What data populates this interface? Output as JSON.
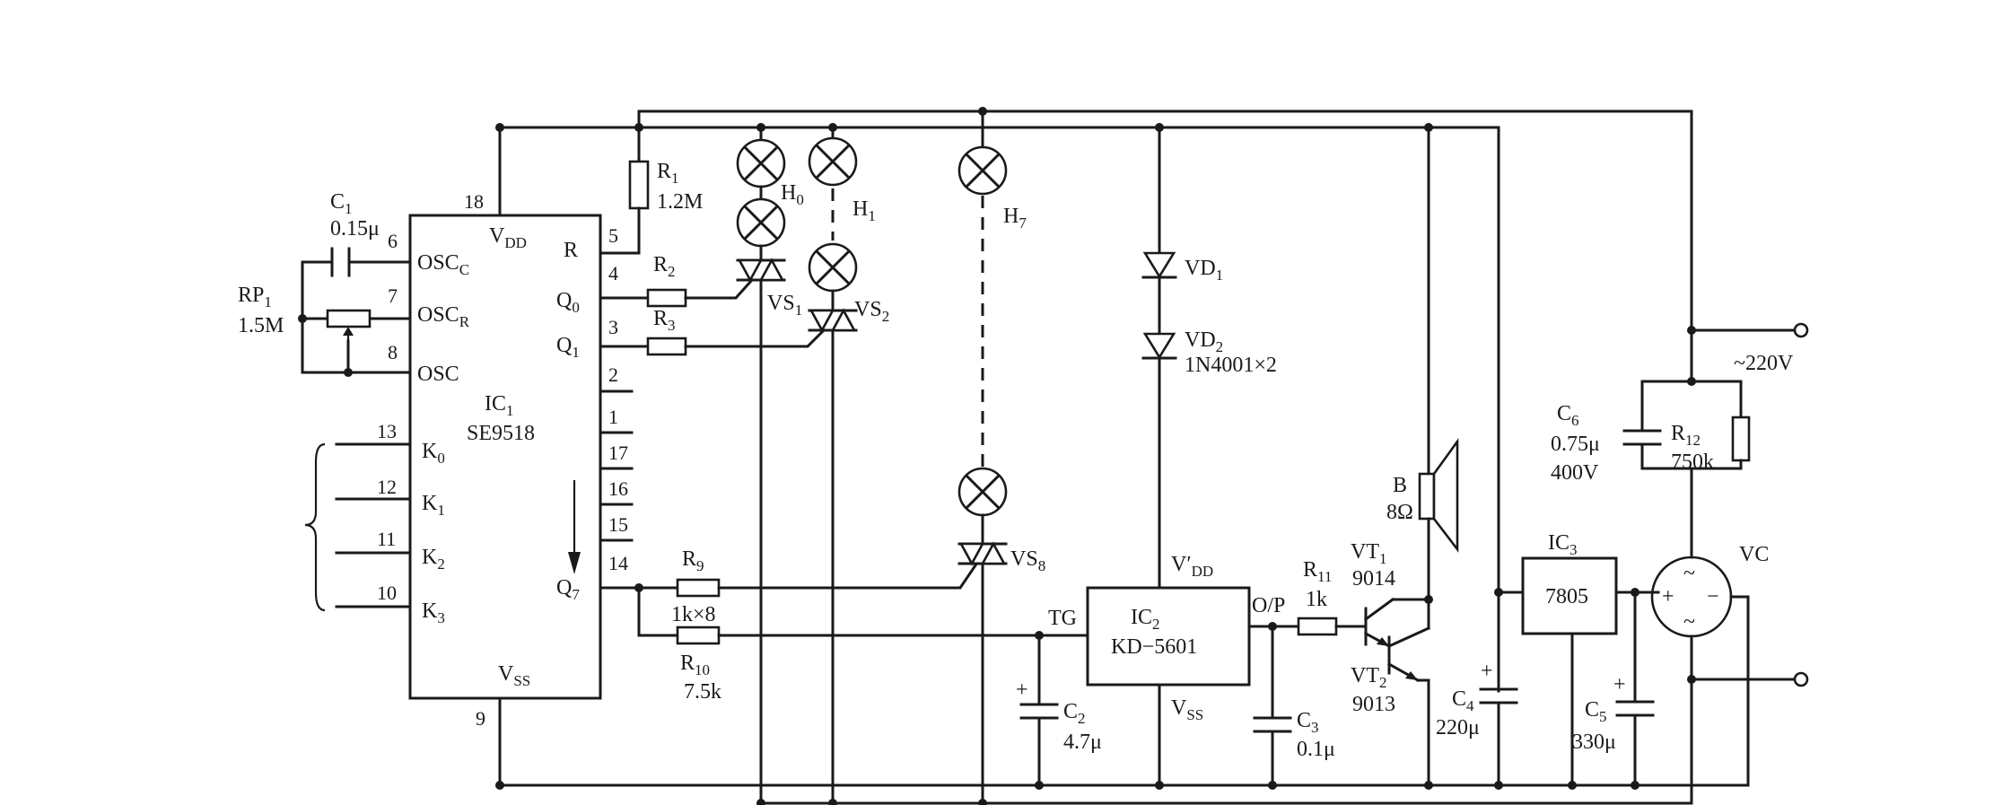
{
  "labels": {
    "ic1_name": "IC",
    "ic1_sub": "1",
    "ic1_part": "SE9518",
    "ic1_vdd": "V",
    "ic1_vdd_sub": "DD",
    "ic1_vss": "V",
    "ic1_vss_sub": "SS",
    "ic1_r": "R",
    "osc_c": "OSC",
    "osc_c_sub": "C",
    "osc_r": "OSC",
    "osc_r_sub": "R",
    "osc": "OSC",
    "k0": "K",
    "k0_sub": "0",
    "k1": "K",
    "k1_sub": "1",
    "k2": "K",
    "k2_sub": "2",
    "k3": "K",
    "k3_sub": "3",
    "q0": "Q",
    "q0_sub": "0",
    "q1": "Q",
    "q1_sub": "1",
    "q7": "Q",
    "q7_sub": "7",
    "pin18": "18",
    "pin6": "6",
    "pin7": "7",
    "pin8": "8",
    "pin13": "13",
    "pin12": "12",
    "pin11": "11",
    "pin10": "10",
    "pin9": "9",
    "pin5": "5",
    "pin4": "4",
    "pin3": "3",
    "pin2": "2",
    "pin1": "1",
    "pin17": "17",
    "pin16": "16",
    "pin15": "15",
    "pin14": "14",
    "c1": "C",
    "c1_sub": "1",
    "c1_val": "0.15μ",
    "rp1": "RP",
    "rp1_sub": "1",
    "rp1_val": "1.5M",
    "r1": "R",
    "r1_sub": "1",
    "r1_val": "1.2M",
    "r2": "R",
    "r2_sub": "2",
    "r3": "R",
    "r3_sub": "3",
    "r9": "R",
    "r9_sub": "9",
    "r9_val": "1k×8",
    "r10": "R",
    "r10_sub": "10",
    "r10_val": "7.5k",
    "h0": "H",
    "h0_sub": "0",
    "h1": "H",
    "h1_sub": "1",
    "h7": "H",
    "h7_sub": "7",
    "vs1": "VS",
    "vs1_sub": "1",
    "vs2": "VS",
    "vs2_sub": "2",
    "vs8": "VS",
    "vs8_sub": "8",
    "vd1": "VD",
    "vd1_sub": "1",
    "vd2": "VD",
    "vd2_sub": "2",
    "vd_val": "1N4001×2",
    "ic2_vdd": "V′",
    "ic2_vdd_sub": "DD",
    "ic2_name": "IC",
    "ic2_sub": "2",
    "ic2_part": "KD−5601",
    "ic2_vss": "V",
    "ic2_vss_sub": "SS",
    "tg": "TG",
    "op": "O/P",
    "c2": "C",
    "c2_sub": "2",
    "c2_val": "4.7μ",
    "c3": "C",
    "c3_sub": "3",
    "c3_val": "0.1μ",
    "r11": "R",
    "r11_sub": "11",
    "r11_val": "1k",
    "b": "B",
    "b_val": "8Ω",
    "vt1": "VT",
    "vt1_sub": "1",
    "vt1_val": "9014",
    "vt2": "VT",
    "vt2_sub": "2",
    "vt2_val": "9013",
    "c4": "C",
    "c4_sub": "4",
    "c4_val": "220μ",
    "ic3": "IC",
    "ic3_sub": "3",
    "ic3_part": "7805",
    "c5": "C",
    "c5_sub": "5",
    "c5_val": "330μ",
    "c6": "C",
    "c6_sub": "6",
    "c6_val": "0.75μ",
    "c6_volt": "400V",
    "r12": "R",
    "r12_sub": "12",
    "r12_val": "750k",
    "vc": "VC",
    "mains": "~220V",
    "plus": "+",
    "minus": "−",
    "tilde": "~"
  }
}
